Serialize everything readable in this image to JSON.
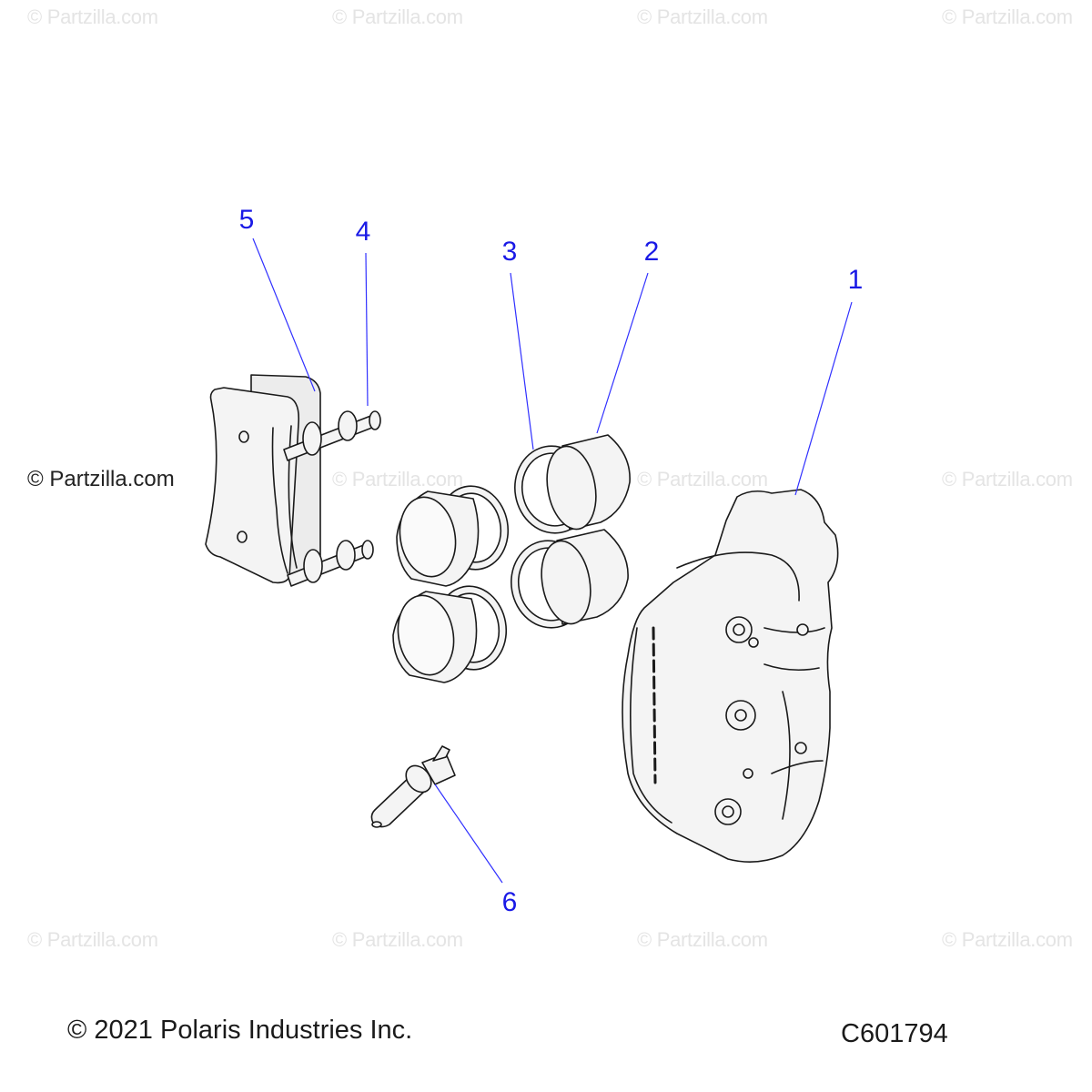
{
  "watermark": {
    "text": "© Partzilla.com",
    "main_text": "© Partzilla.com"
  },
  "callouts": [
    {
      "id": "1",
      "label": "1"
    },
    {
      "id": "2",
      "label": "2"
    },
    {
      "id": "3",
      "label": "3"
    },
    {
      "id": "4",
      "label": "4"
    },
    {
      "id": "5",
      "label": "5"
    },
    {
      "id": "6",
      "label": "6"
    }
  ],
  "footer": {
    "copyright": "© 2021 Polaris Industries Inc.",
    "diagram_code": "C601794"
  },
  "colors": {
    "callout": "#1a1ae6",
    "leader_line": "#3030ff",
    "part_fill": "#f4f4f4",
    "part_stroke": "#1a1a1a",
    "watermark": "#e4e4e4"
  }
}
